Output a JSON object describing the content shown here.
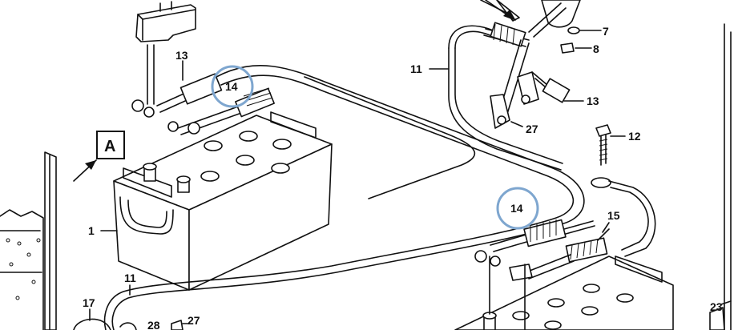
{
  "callouts": {
    "view_marker": "A",
    "battery": "1",
    "washer": "7",
    "nut": "8",
    "cable_main": "11",
    "cable_main_lower": "11",
    "bolt": "12",
    "cable_13_upper": "13",
    "cable_13_right": "13",
    "jumper_upper": "14",
    "jumper_lower": "14",
    "ground_cable": "15",
    "clamp": "17",
    "clip": "23",
    "bracket_nut": "27",
    "bracket_nut_lower": "27",
    "cap": "28"
  }
}
